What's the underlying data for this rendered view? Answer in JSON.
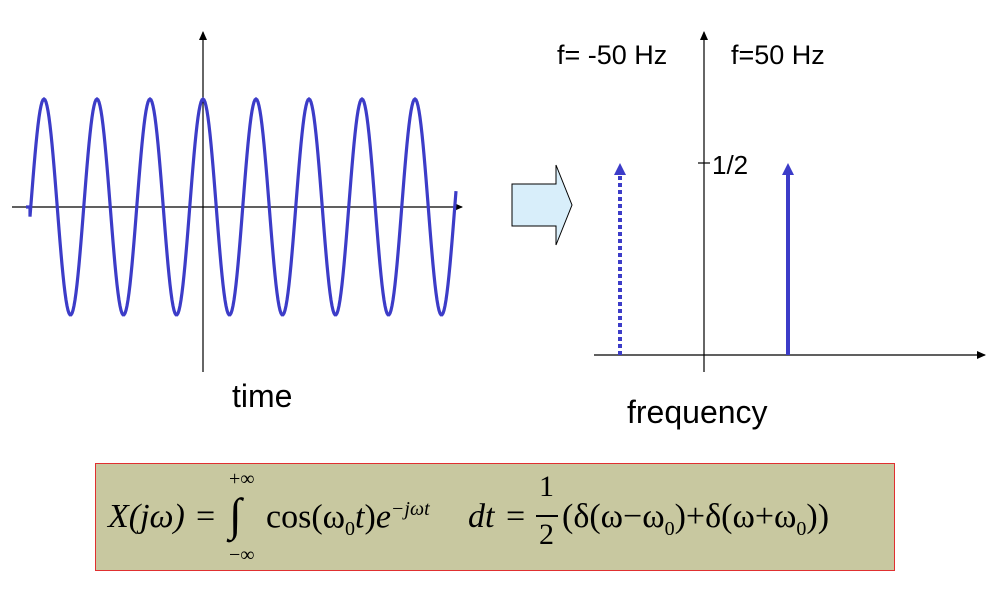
{
  "time_plot": {
    "axis_label": "time",
    "cycles_shown": 8
  },
  "spectrum_plot": {
    "axis_label": "frequency",
    "neg_freq_label": "f= -50 Hz",
    "pos_freq_label": "f=50 Hz",
    "amplitude_tick_label": "1/2"
  },
  "chart_data": {
    "type": "bar",
    "x": [
      -50,
      50
    ],
    "values": [
      0.5,
      0.5
    ],
    "categories": [
      "f= -50 Hz",
      "f=50 Hz"
    ],
    "xlabel": "frequency",
    "ylabel": "",
    "ytick": "1/2"
  },
  "formula": {
    "lhs": "X(jω)",
    "integral_upper": "+∞",
    "integral_lower": "−∞",
    "cos": "cos",
    "exp_exponent": "−jωt",
    "dt": "dt",
    "half_num": "1",
    "half_den": "2"
  },
  "colors": {
    "signal": "#3c3cc8",
    "axis": "#000000",
    "arrow_fill": "#d8eefa",
    "formula_bg": "#c8c8a0",
    "formula_border": "#e03030"
  }
}
